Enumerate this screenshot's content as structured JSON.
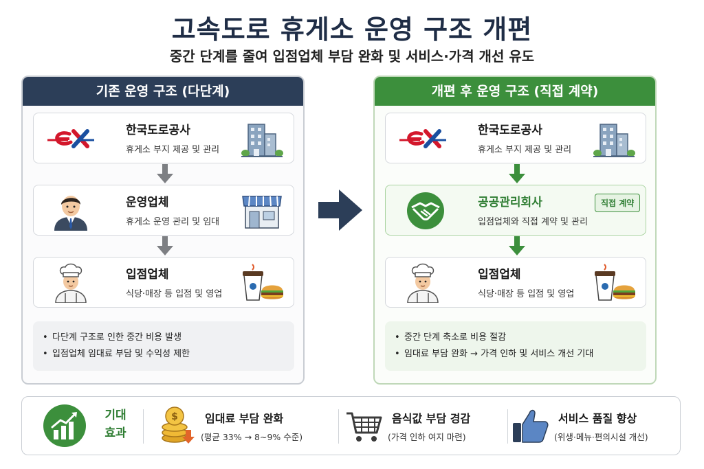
{
  "header": {
    "title": "고속도로 휴게소 운영 구조 개편",
    "subtitle": "중간 단계를 줄여 입점업체 부담 완화 및 서비스·가격 개선 유도"
  },
  "left_panel": {
    "heading": "기존 운영 구조 (다단계)",
    "cards": [
      {
        "title": "한국도로공사",
        "desc": "휴게소 부지 제공 및 관리"
      },
      {
        "title": "운영업체",
        "desc": "휴게소 운영 관리 및 임대"
      },
      {
        "title": "입점업체",
        "desc": "식당·매장 등 입점 및 영업"
      }
    ],
    "notes": [
      "다단계 구조로 인한 중간 비용 발생",
      "입점업체 임대료 부담 및 수익성 제한"
    ]
  },
  "right_panel": {
    "heading": "개편 후 운영 구조 (직접 계약)",
    "cards": [
      {
        "title": "한국도로공사",
        "desc": "휴게소 부지 제공 및 관리"
      },
      {
        "title": "공공관리회사",
        "desc": "입점업체와 직접 계약 및 관리",
        "badge": "직접 계약"
      },
      {
        "title": "입점업체",
        "desc": "식당·매장 등 입점 및 영업"
      }
    ],
    "notes": [
      "중간 단계 축소로 비용 절감",
      "임대료 부담 완화 → 가격 인하 및 서비스 개선 기대"
    ]
  },
  "bottom": {
    "label": "기대 효과",
    "items": [
      {
        "title": "임대료 부담 완화",
        "desc": "(평균 33% → 8~9% 수준)",
        "icon": "coin-stack-icon"
      },
      {
        "title": "음식값 부담 경감",
        "desc": "(가격 인하 여지 마련)",
        "icon": "shopping-cart-icon"
      },
      {
        "title": "서비스 품질 향상",
        "desc": "(위생·메뉴·편의시설 개선)",
        "icon": "thumbs-up-icon"
      }
    ]
  },
  "colors": {
    "navy": "#2c3e58",
    "green": "#3c8f3c",
    "ex_red": "#d3172b",
    "ex_blue": "#1a4fa0"
  }
}
